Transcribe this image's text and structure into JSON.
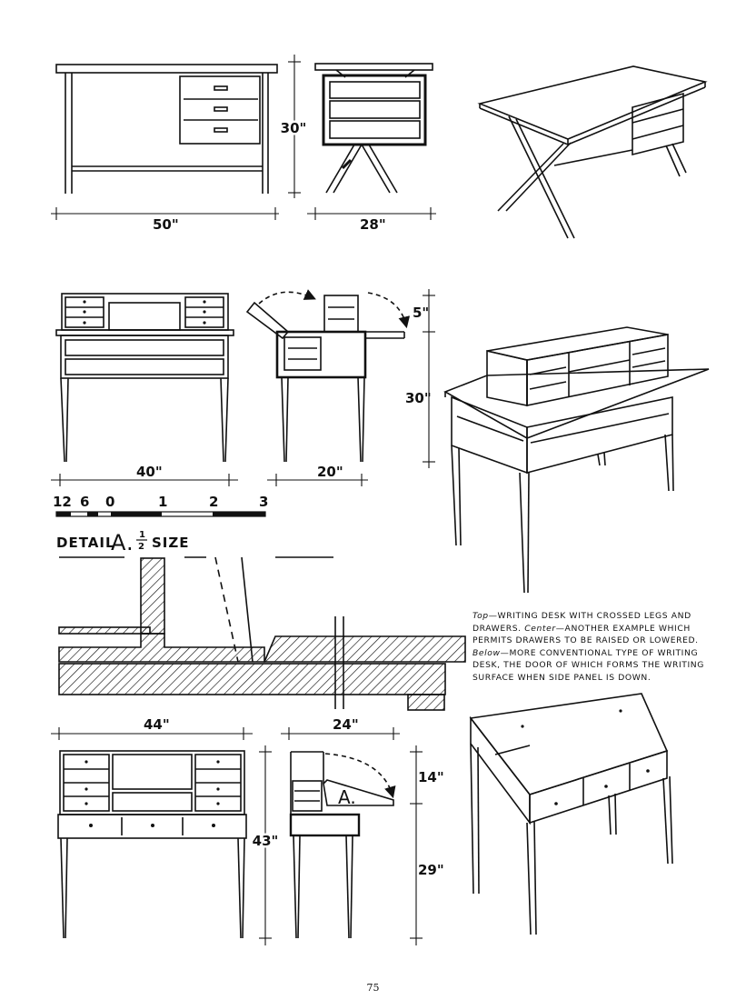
{
  "dimensions": {
    "top_width": "50\"",
    "top_depth": "28\"",
    "top_height": "30\"",
    "center_width": "40\"",
    "center_depth": "20\"",
    "center_raise": "5\"",
    "center_height": "30\"",
    "bottom_width": "44\"",
    "bottom_depth": "24\"",
    "bottom_upper": "14\"",
    "bottom_total": "43\"",
    "bottom_height": "29\""
  },
  "scale_bar": {
    "labels": [
      "12",
      "6",
      "0",
      "1",
      "2",
      "3"
    ]
  },
  "detail": {
    "title": "DETAIL",
    "letter": "A.",
    "frac_num": "1",
    "frac_den": "2",
    "size_word": "SIZE",
    "callout": "A."
  },
  "caption": {
    "top_label": "Top",
    "top_text": "—WRITING DESK WITH CROSSED LEGS AND DRAWERS.",
    "center_label": "Center",
    "center_text": "—ANOTHER EXAMPLE WHICH PERMITS DRAWERS TO BE RAISED OR LOWERED.",
    "below_label": "Below",
    "below_text": "—MORE CONVENTIONAL TYPE OF WRITING DESK, THE DOOR OF WHICH FORMS THE WRITING SURFACE WHEN SIDE PANEL IS DOWN."
  },
  "page_number": "75"
}
